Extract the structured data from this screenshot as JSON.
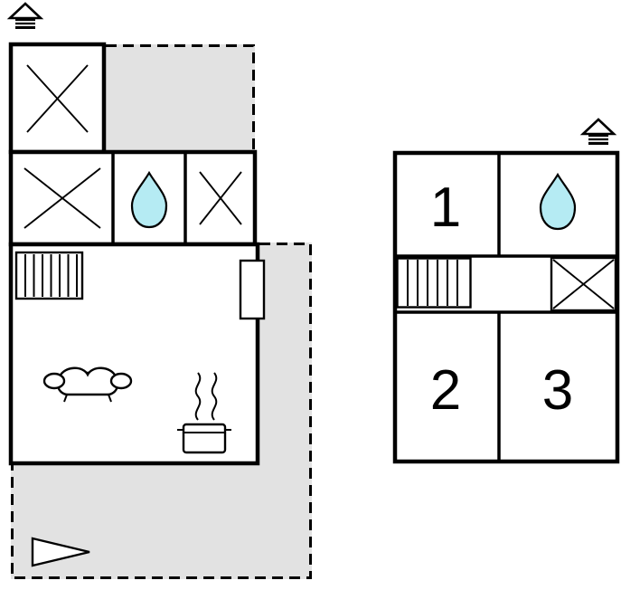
{
  "colors": {
    "terrace_fill": "#e2e2e2",
    "water_fill": "#b5ebf3",
    "line": "#000000",
    "background": "#ffffff"
  },
  "ground_floor": {
    "icons": {
      "entrance": "house-icon",
      "window_top": "window-x-icon",
      "window_left": "window-x-icon",
      "window_right": "window-x-icon",
      "water": "water-drop-icon",
      "stairs": "stairs-icon",
      "door": "door-icon",
      "sofa": "sofa-icon",
      "stove": "cooking-pot-steam-icon",
      "terrace_marker": "pennant-icon"
    },
    "areas": {
      "upper_terrace": "terrace",
      "lower_terrace": "terrace"
    }
  },
  "upper_floor": {
    "room_labels": [
      "1",
      "2",
      "3"
    ],
    "icons": {
      "entrance": "house-icon",
      "water": "water-drop-icon",
      "stairs": "stairs-icon",
      "window": "window-x-icon"
    }
  }
}
